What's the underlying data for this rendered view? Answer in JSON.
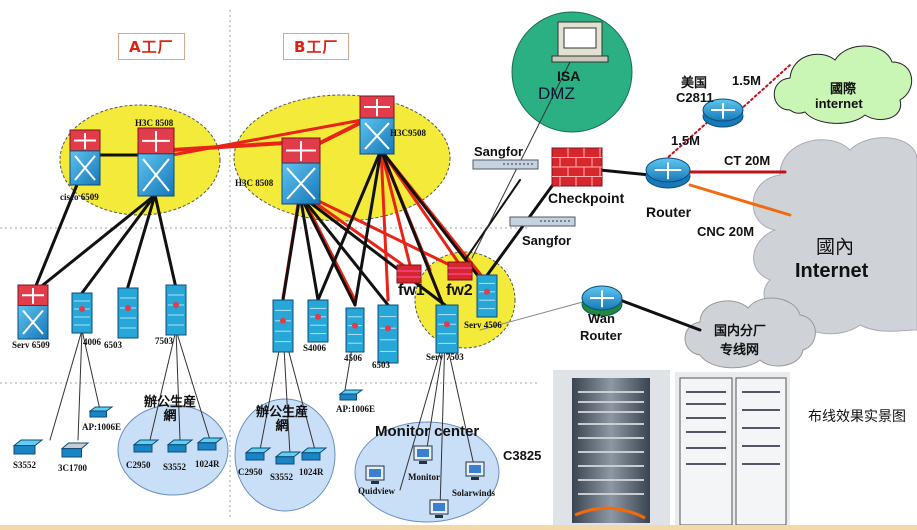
{
  "factories": {
    "a_title": "A工厂",
    "b_title": "B工厂"
  },
  "core": {
    "a_left": "cisco 6509",
    "a_core": "H3C 8508",
    "b_core": "H3C 8508",
    "b_main": "H3C9508"
  },
  "security": {
    "dmz": "DMZ",
    "isa": "ISA",
    "sangfor_top": "Sangfor",
    "sangfor_bottom": "Sangfor",
    "checkpoint": "Checkpoint",
    "router": "Router",
    "fw1": "fw1",
    "fw2": "fw2",
    "serv4506": "Serv 4506",
    "serv7503": "Serv 7503"
  },
  "wan": {
    "us_router_name": "美国",
    "us_router_model": "C2811",
    "link_15m_a": "1.5M",
    "link_15m_b": "1.5M",
    "ct": "CT 20M",
    "cnc": "CNC 20M",
    "intl_cloud_1": "國際",
    "intl_cloud_2": "internet",
    "dom_cloud_1": "國內",
    "dom_cloud_2": "Internet",
    "wan_router_1": "Wan",
    "wan_router_2": "Router",
    "branch_cloud_1": "国内分厂",
    "branch_cloud_2": "专线网"
  },
  "a_access": {
    "serv6509": "Serv 6509",
    "s4006": "4006",
    "s6503": "6503",
    "s7503": "7503",
    "ap": "AP:1006E",
    "s3552": "S3552",
    "c1700": "3C1700",
    "office": "辦公生産網",
    "c2950": "C2950",
    "s3552b": "S3552",
    "s1024r": "1024R"
  },
  "b_access": {
    "s4006": "S4006",
    "s4506": "4506",
    "s6503": "6503",
    "ap": "AP:1006E",
    "office": "辦公生産網",
    "c2950": "C2950",
    "s3552": "S3552",
    "s1024r": "1024R"
  },
  "monitor": {
    "title": "Monitor center",
    "c3825": "C3825",
    "quidview": "Quidview",
    "monitor": "Monitor",
    "solarwinds": "Solarwinds"
  },
  "caption": "布线效果实景图",
  "colors": {
    "red_link": "#e82318",
    "black_link": "#111111",
    "orange_link": "#f26a10",
    "core_oval": "#f3ea3a",
    "dmz": "#2ab083",
    "office_oval": "#c9dff7",
    "cloud_green": "#c9f5b5",
    "cloud_gray": "#cfd3d8",
    "switch_blue": "#1b84c6"
  }
}
